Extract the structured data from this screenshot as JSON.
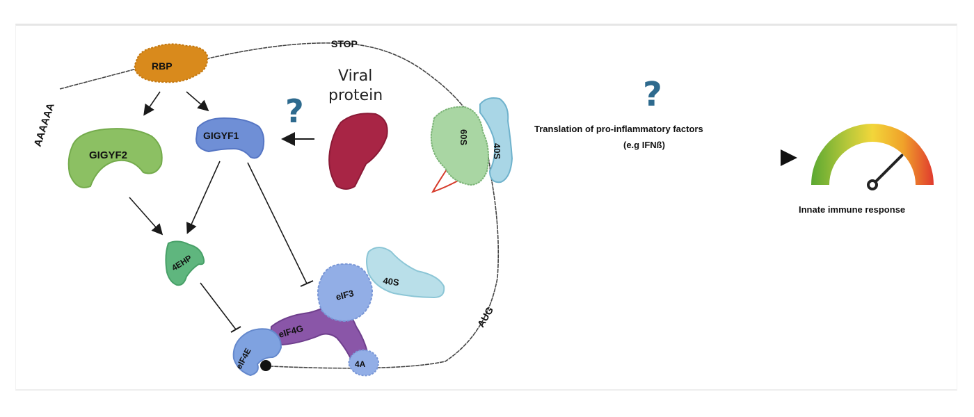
{
  "figure": {
    "mrna": {
      "poly_a_label": "AAAAAA",
      "stop_label": "STOP",
      "start_label": "AUG"
    },
    "proteins": {
      "rbp": "RBP",
      "gigyf2": "GIGYF2",
      "gigyf1": "GIGYF1",
      "four_ehp": "4EHP",
      "eif4e": "eIF4E",
      "eif4g": "eIF4G",
      "eif3": "eIF3",
      "eif4a": "4A",
      "small_subunit_initiation": "40S",
      "ribosome_60s": "60S",
      "ribosome_40s": "40S"
    },
    "viral": {
      "label_line1": "Viral",
      "label_line2": "protein",
      "question_mark": "?"
    },
    "outcome": {
      "question_mark": "?",
      "translation_line1": "Translation of pro-inflammatory factors",
      "translation_line2": "(e.g IFNß)",
      "gauge_label": "Innate immune response",
      "gauge_level_fraction": 0.75
    },
    "colors": {
      "rbp": "#d98a1c",
      "gigyf2": "#8cc063",
      "gigyf1": "#6f8fd6",
      "four_ehp": "#5fb67e",
      "eif4e": "#7fa2e0",
      "eif4g": "#8a56a8",
      "eif3": "#92aee6",
      "small_subunit": "#b9dfe9",
      "ribosome_60s": "#a9d6a3",
      "ribosome_40s": "#a9d6e6",
      "viral_protein": "#a82545",
      "question": "#2e6a8e"
    }
  }
}
